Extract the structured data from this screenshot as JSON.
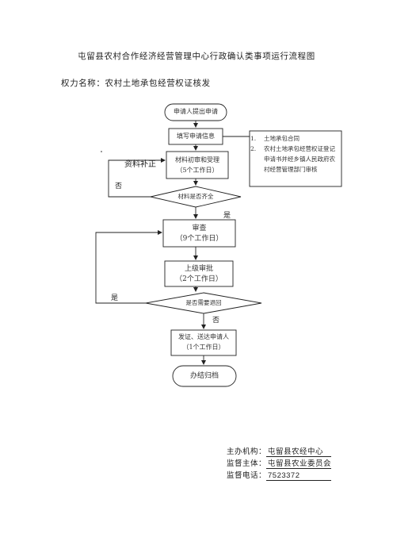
{
  "title": "屯留县农村合作经济经营管理中心行政确认类事项运行流程图",
  "power_name": "权力名称：农村土地承包经营权证核发",
  "nodes": {
    "start": "申请人提出申请",
    "fill_info": "填写申请信息",
    "initial_review": "材料初审和受理",
    "initial_review_days": "（5个工作日）",
    "materials_complete": "材料是否齐全",
    "examine": "审查",
    "examine_days": "（9个工作日）",
    "superior_approval": "上级审批",
    "superior_approval_days": "（2个工作日）",
    "need_return": "是否需要退回",
    "issue": "发证、送达申请人",
    "issue_days": "（1个工作日）",
    "archive": "办结归档"
  },
  "labels": {
    "supplement": "资料补正",
    "no_1": "否",
    "yes_1": "是",
    "yes_2": "是",
    "no_2": "否"
  },
  "notes": [
    {
      "num": "1.",
      "text": "土地承包合同"
    },
    {
      "num": "2.",
      "text": "农村土地承包经营权证登记申请书并经乡镇人民政府农村经营管理部门审核"
    }
  ],
  "footer": {
    "organizer_label": "主办机构：",
    "organizer": "屯留县农经中心",
    "supervisor_label": "监督主体：",
    "supervisor": "屯留县农业委员会",
    "phone_label": "监督电话：",
    "phone": "7523372"
  }
}
